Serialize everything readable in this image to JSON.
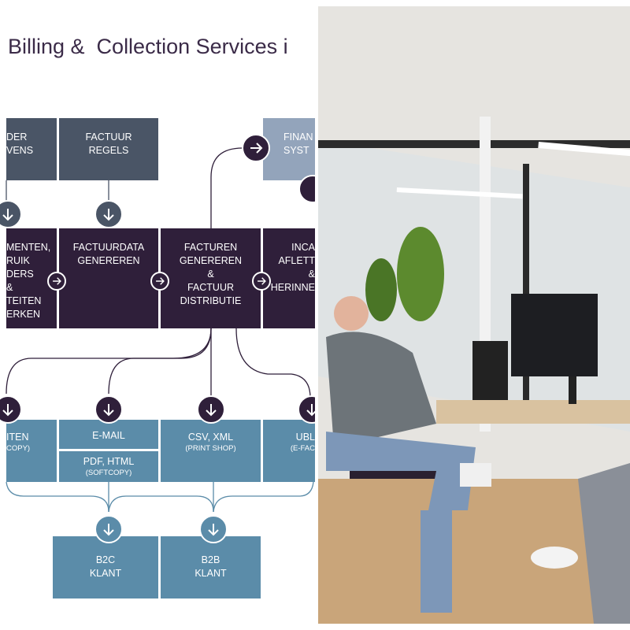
{
  "title": "Billing &  Collection Services i",
  "top_row": [
    {
      "lines": [
        "DER",
        "VENS"
      ]
    },
    {
      "lines": [
        "FACTUUR",
        "REGELS"
      ]
    },
    {
      "lines": [
        "FINAN",
        "SYST"
      ]
    }
  ],
  "middle_row": [
    {
      "lines": [
        "MENTEN,",
        "RUIK",
        "DERS",
        "&",
        "TEITEN",
        "ERKEN"
      ]
    },
    {
      "lines": [
        "FACTUURDATA",
        "GENEREREN"
      ]
    },
    {
      "lines": [
        "FACTUREN",
        "GENEREREN",
        "&",
        "FACTUUR",
        "DISTRIBUTIE"
      ]
    },
    {
      "lines": [
        "INCA",
        "AFLETT",
        "&",
        "HERINNE"
      ]
    }
  ],
  "output_row": [
    {
      "label": "ITEN",
      "sub": "COPY)"
    },
    {
      "label": "E-MAIL"
    },
    {
      "label": "PDF, HTML",
      "sub": "(SOFTCOPY)"
    },
    {
      "label": "CSV, XML",
      "sub": "(PRINT SHOP)"
    },
    {
      "label": "UBL",
      "sub": "(E-FAC"
    }
  ],
  "customers": [
    {
      "lines": [
        "B2C",
        "KLANT"
      ]
    },
    {
      "lines": [
        "B2B",
        "KLANT"
      ]
    }
  ],
  "colors": {
    "slate": "#4a5566",
    "dark": "#2f1f3a",
    "blue": "#5b8ca9",
    "light": "#93a4bb"
  }
}
